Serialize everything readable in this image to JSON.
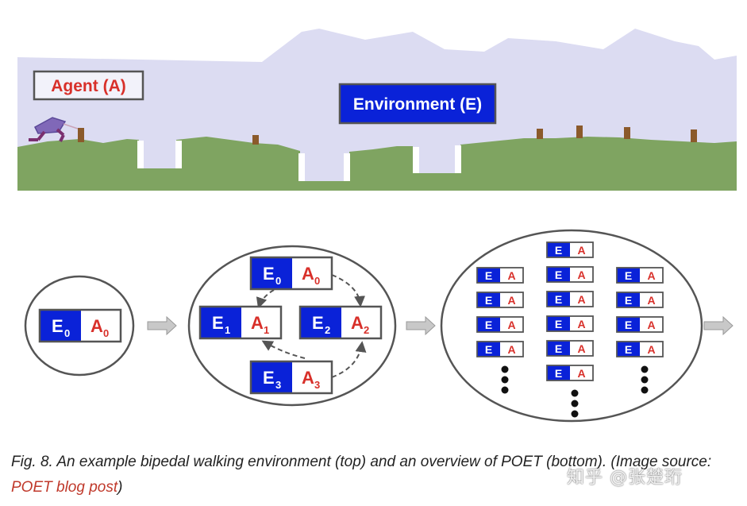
{
  "scene": {
    "agent_label": "Agent (A)",
    "environment_label": "Environment (E)"
  },
  "poet": {
    "env_letter": "E",
    "agent_letter": "A",
    "stage1": [
      {
        "sub": "0"
      }
    ],
    "stage2": [
      {
        "sub": "0"
      },
      {
        "sub": "1"
      },
      {
        "sub": "2"
      },
      {
        "sub": "3"
      }
    ],
    "stage3_columns": [
      {
        "pairs": 4,
        "dots": 3
      },
      {
        "pairs": 6,
        "dots": 3
      },
      {
        "pairs": 4,
        "dots": 3
      }
    ]
  },
  "caption": {
    "text": "Fig. 8. An example bipedal walking environment (top) and an overview of POET (bottom). (Image source: ",
    "link": "POET blog post",
    "close": ")"
  },
  "watermark": "知乎 @张楚珩",
  "colors": {
    "env_blue": "#0a22d8",
    "agent_red": "#d8302a",
    "sky": "#dcdcf2",
    "ground": "#7fa461",
    "agent_body": "#8068b8",
    "post": "#8b5a2b",
    "outline": "#555555"
  }
}
